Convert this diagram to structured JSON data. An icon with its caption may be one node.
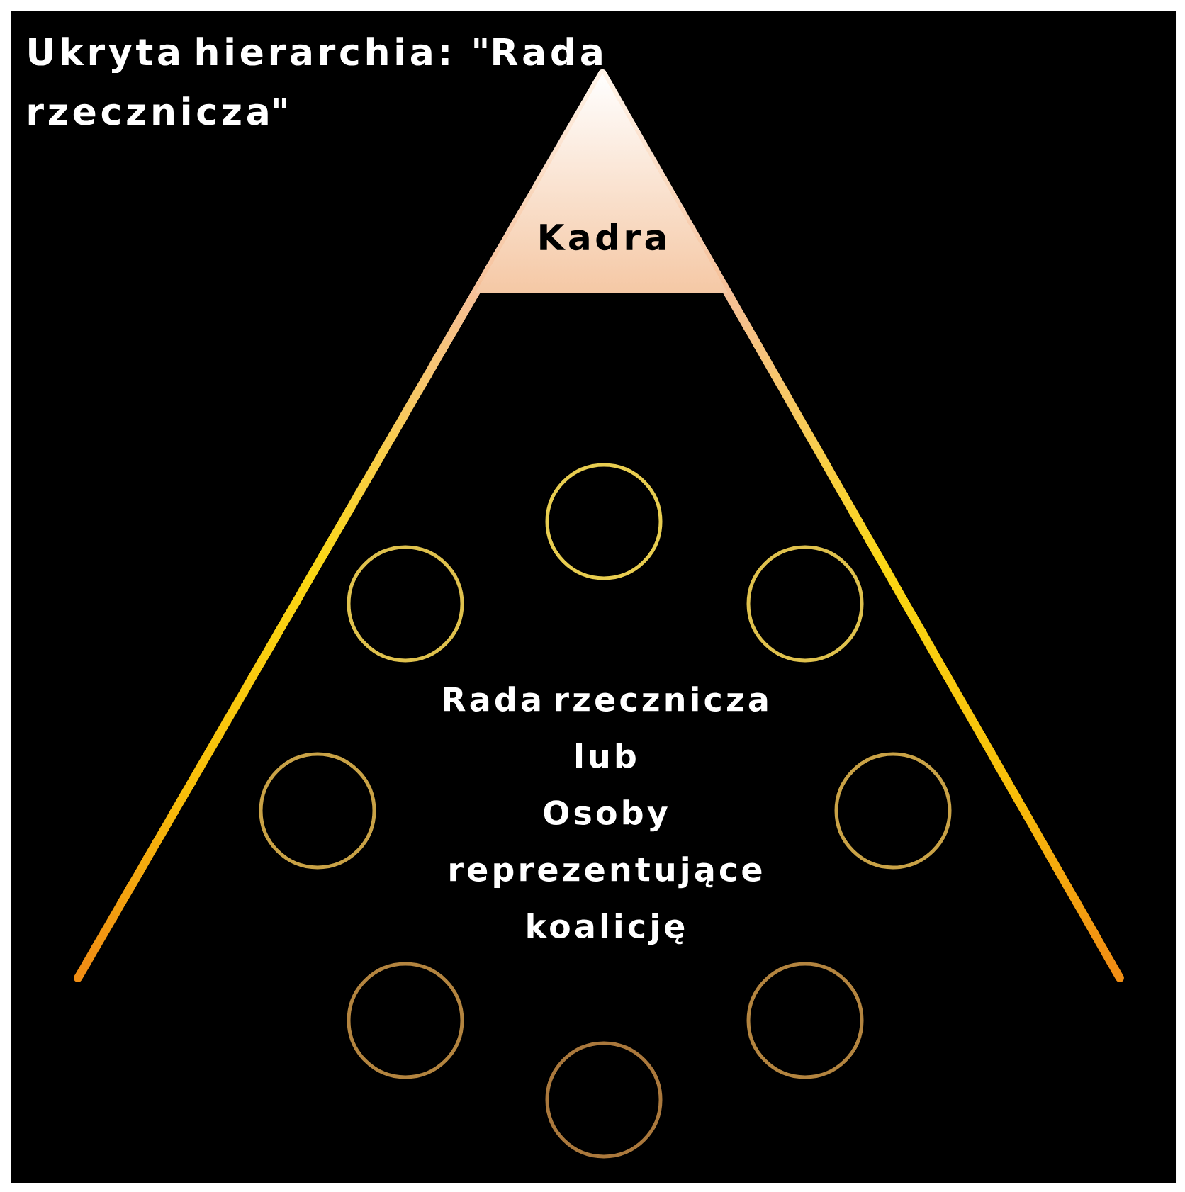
{
  "diagram": {
    "title": "Ukryta hierarchia: \"Rada rzecznicza\"",
    "nodes": [
      {
        "text": [
          "Kadra"
        ]
      },
      {
        "text": [],
        "shape": "circle"
      },
      {
        "text": [],
        "shape": "circle"
      },
      {
        "text": [],
        "shape": "circle"
      },
      {
        "text": [],
        "shape": "circle"
      },
      {
        "text": [],
        "shape": "circle"
      },
      {
        "text": [],
        "shape": "circle"
      },
      {
        "text": [],
        "shape": "circle"
      },
      {
        "text": [],
        "shape": "circle"
      }
    ],
    "labels": [
      "Rada rzecznicza",
      "lub",
      "Osoby reprezentujące koalicję"
    ]
  }
}
